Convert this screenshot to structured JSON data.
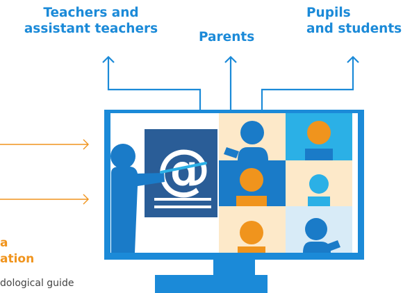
{
  "labels": {
    "teachers": [
      "Teachers and",
      "assistant teachers"
    ],
    "parents": "Parents",
    "pupils": [
      "Pupils",
      "and students"
    ]
  },
  "left_fragments": {
    "line1": "a",
    "line2": "ation",
    "guide": "dological guide"
  },
  "icons": {
    "at_sign": "@"
  },
  "colors": {
    "blue": "#1b8ad8",
    "dark_blue": "#2a5d97",
    "mid_blue": "#1a7bc8",
    "sky_blue": "#2bb0e6",
    "orange": "#f0941d",
    "beige": "#fde9c9",
    "light_blue": "#d8ebf7"
  }
}
